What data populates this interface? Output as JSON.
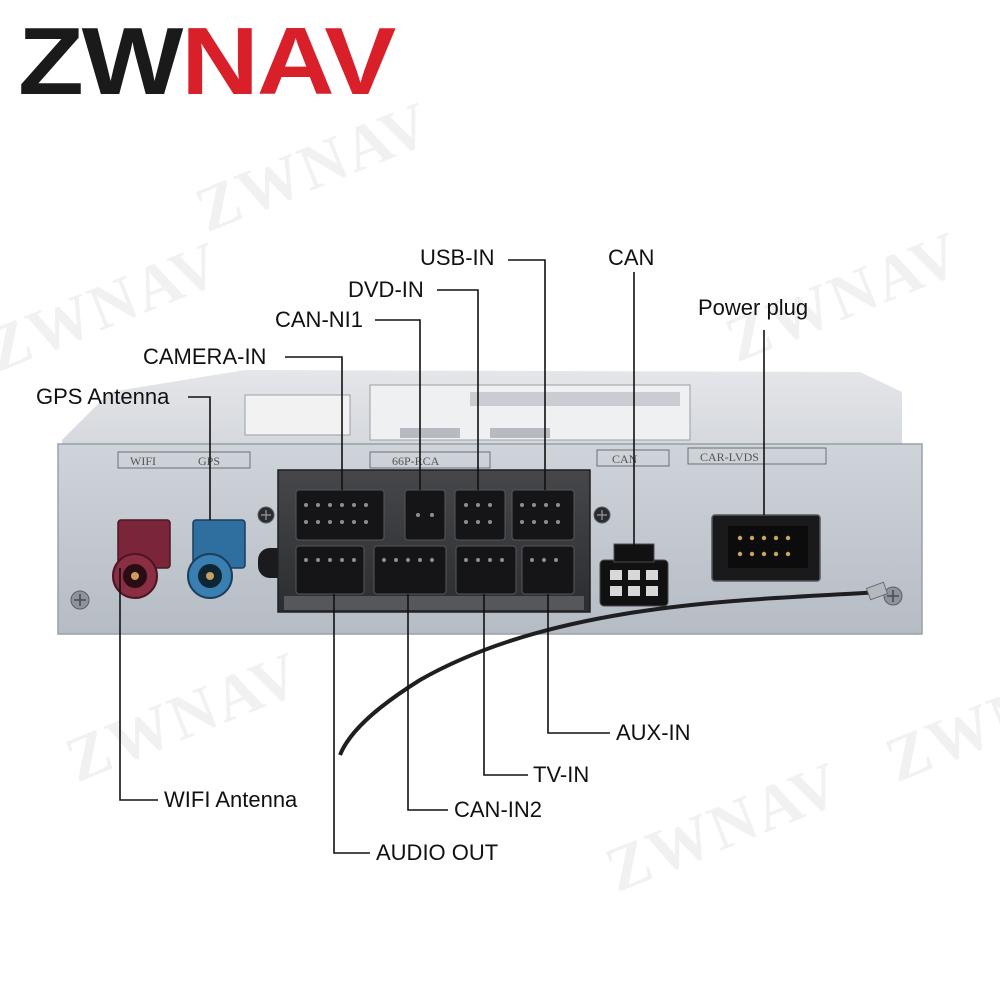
{
  "brand": {
    "logo_text": "ZWNAV",
    "watermark_text": "ZWNAV"
  },
  "device": {
    "panel_labels": {
      "wifi": "WIFI",
      "gps": "GPS",
      "rca": "66P-RCA",
      "can": "CAN",
      "car_lvds": "CAR-LVDS"
    }
  },
  "callouts": {
    "usb_in": "USB-IN",
    "can": "CAN",
    "dvd_in": "DVD-IN",
    "can_ni1": "CAN-NI1",
    "power_plug": "Power plug",
    "camera_in": "CAMERA-IN",
    "gps_antenna": "GPS Antenna",
    "aux_in": "AUX-IN",
    "tv_in": "TV-IN",
    "wifi_antenna": "WIFI Antenna",
    "can_in2": "CAN-IN2",
    "audio_out": "AUDIO OUT"
  },
  "colors": {
    "logo_black": "#1a1a1a",
    "logo_red": "#d9202a",
    "wifi_connector": "#7a2638",
    "gps_connector": "#2f6f9f",
    "box_body": "#c4c9d0",
    "connector_panel": "#3a3b3e"
  }
}
